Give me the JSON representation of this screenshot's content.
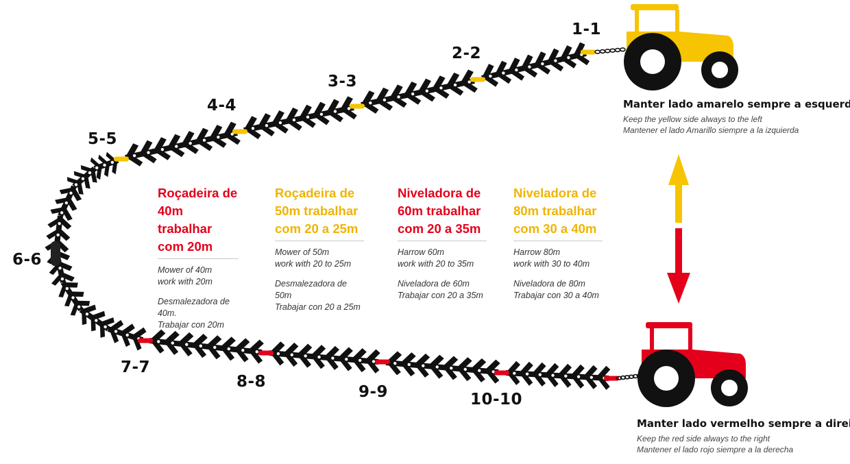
{
  "colors": {
    "yellow": "#f6c400",
    "red": "#e4001b",
    "black": "#111111",
    "gray_text": "#333333"
  },
  "sections": [
    {
      "label": "1-1",
      "side": "yellow"
    },
    {
      "label": "2-2",
      "side": "yellow"
    },
    {
      "label": "3-3",
      "side": "yellow"
    },
    {
      "label": "4-4",
      "side": "yellow"
    },
    {
      "label": "5-5",
      "side": "yellow"
    },
    {
      "label": "6-6",
      "side": "center"
    },
    {
      "label": "7-7",
      "side": "red"
    },
    {
      "label": "8-8",
      "side": "red"
    },
    {
      "label": "9-9",
      "side": "red"
    },
    {
      "label": "10-10",
      "side": "red"
    }
  ],
  "info_blocks": [
    {
      "color": "#e4001b",
      "title": [
        "Roçadeira de",
        "40m trabalhar",
        "com 20m"
      ],
      "en": [
        "Mower of 40m",
        "work with 20m"
      ],
      "es": [
        "Desmalezadora de 40m.",
        "Trabajar con 20m"
      ]
    },
    {
      "color": "#f0b400",
      "title": [
        "Roçadeira de",
        "50m trabalhar",
        "com 20 a 25m"
      ],
      "en": [
        "Mower of 50m",
        "work with 20 to 25m"
      ],
      "es": [
        "Desmalezadora de 50m",
        "Trabajar con 20 a 25m"
      ]
    },
    {
      "color": "#e4001b",
      "title": [
        "Niveladora de",
        "60m trabalhar",
        "com 20 a 35m"
      ],
      "en": [
        "Harrow 60m",
        "work with 20 to 35m"
      ],
      "es": [
        "Niveladora de 60m",
        "Trabajar con 20 a 35m"
      ]
    },
    {
      "color": "#f0b400",
      "title": [
        "Niveladora de",
        "80m trabalhar",
        "com 30 a 40m"
      ],
      "en": [
        "Harrow 80m",
        "work with 30 to 40m"
      ],
      "es": [
        "Niveladora de 80m",
        "Trabajar con 30 a 40m"
      ]
    }
  ],
  "top_tractor": {
    "color": "#f6c400",
    "caption": "Manter lado amarelo sempre a esquerda",
    "en": "Keep the yellow side always to the left",
    "es": "Mantener el lado Amarillo siempre a la izquierda"
  },
  "bottom_tractor": {
    "color": "#e4001b",
    "caption": "Manter lado vermelho sempre a direita",
    "en": "Keep the red side always to the right",
    "es": "Mantener el lado rojo siempre a la  derecha"
  },
  "icons": [
    "yellow-tractor-icon",
    "red-tractor-icon",
    "double-arrow-icon",
    "chain-icon",
    "harrow-section-icon"
  ]
}
